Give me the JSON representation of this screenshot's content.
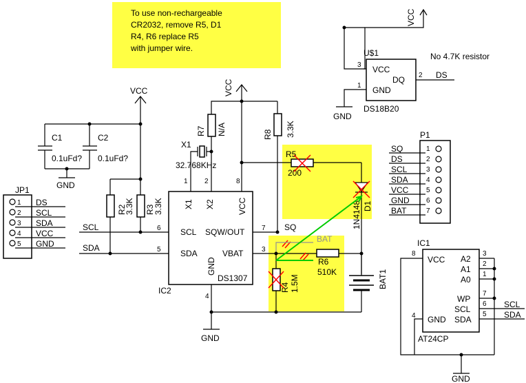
{
  "note": {
    "lines": [
      "To use non-rechargeable",
      "CR2032, remove R5, D1",
      "R4, R6 replace R5",
      "with jumper wire."
    ]
  },
  "labels": {
    "vcc": "VCC",
    "gnd": "GND",
    "no_resistor_note": "No 4.7K resistor",
    "bat_marker": "BAT"
  },
  "jp1": {
    "name": "JP1",
    "pins": [
      {
        "num": "1",
        "label": "DS"
      },
      {
        "num": "2",
        "label": "SCL"
      },
      {
        "num": "3",
        "label": "SDA"
      },
      {
        "num": "4",
        "label": "VCC"
      },
      {
        "num": "5",
        "label": "GND"
      }
    ]
  },
  "p1": {
    "name": "P1",
    "pins": [
      {
        "num": "1",
        "label": "SQ"
      },
      {
        "num": "2",
        "label": "DS"
      },
      {
        "num": "3",
        "label": "SCL"
      },
      {
        "num": "4",
        "label": "SDA"
      },
      {
        "num": "5",
        "label": "VCC"
      },
      {
        "num": "6",
        "label": "GND"
      },
      {
        "num": "7",
        "label": "BAT"
      }
    ]
  },
  "u1": {
    "name": "U$1",
    "part": "DS18B20",
    "pin_vcc": "VCC",
    "pin_gnd": "GND",
    "pin_dq": "DQ",
    "pin3": "3",
    "pin1": "1",
    "pin2": "2",
    "net_out": "DS"
  },
  "ic2": {
    "name": "IC2",
    "part": "DS1307",
    "pins": {
      "x1": "X1",
      "x2": "X2",
      "vcc": "VCC",
      "scl": "SCL",
      "sda": "SDA",
      "sqw": "SQW/OUT",
      "vbat": "VBAT",
      "gnd": "GND"
    },
    "pin_numbers": {
      "p1": "1",
      "p2": "2",
      "p8": "8",
      "p6": "6",
      "p5": "5",
      "p7": "7",
      "p3": "3",
      "p4": "4"
    },
    "net_scl": "SCL",
    "net_sda": "SDA",
    "net_sq": "SQ"
  },
  "ic1": {
    "name": "IC1",
    "part": "AT24CP",
    "pins": {
      "vcc": "VCC",
      "gnd": "GND",
      "a2": "A2",
      "a1": "A1",
      "a0": "A0",
      "wp": "WP",
      "scl": "SCL",
      "sda": "SDA"
    },
    "pin_numbers": {
      "p8": "8",
      "p4": "4",
      "p3": "3",
      "p2": "2",
      "p1": "1",
      "p7": "7",
      "p6": "6",
      "p5": "5"
    },
    "net_scl": "SCL",
    "net_sda": "SDA"
  },
  "components": {
    "c1": {
      "name": "C1",
      "value": "0.1uFd?"
    },
    "c2": {
      "name": "C2",
      "value": "0.1uFd?"
    },
    "r2": {
      "name": "R2",
      "value": "3.3K"
    },
    "r3": {
      "name": "R3",
      "value": "3.3K"
    },
    "r7": {
      "name": "R7",
      "value": "N/A"
    },
    "r8": {
      "name": "R8",
      "value": "3.3K"
    },
    "x1": {
      "name": "X1",
      "value": "32.768KHz"
    },
    "r5": {
      "name": "R5",
      "value": "200"
    },
    "d1": {
      "name": "D1",
      "value": "1N4148"
    },
    "r6": {
      "name": "R6",
      "value": "510K"
    },
    "r4": {
      "name": "R4",
      "value": "1.5M"
    },
    "bat1": {
      "name": "BAT1"
    }
  },
  "colors": {
    "highlight": "#ffff44",
    "remove_mark": "#ff0000",
    "jumper_wire": "#00cc00",
    "wire": "#000000"
  }
}
